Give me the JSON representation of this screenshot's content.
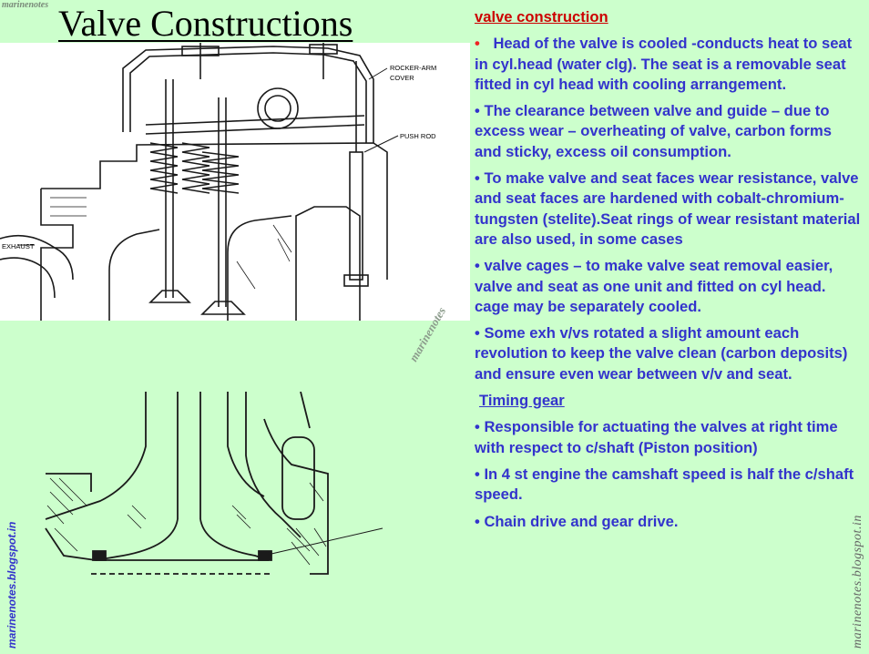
{
  "title": "Valve Constructions",
  "watermarks": {
    "corner": "marinenotes",
    "left": "marinenotes.blogspot.in",
    "right": "marinenotes.blogspot.in",
    "middle": "marinenotes"
  },
  "diagram_top": {
    "labels": {
      "rocker_arm_cover_1": "ROCKER-ARM",
      "rocker_arm_cover_2": "COVER",
      "push_rod": "PUSH ROD",
      "exhaust": "EXHAUST"
    }
  },
  "sections": {
    "valve_heading": "valve construction",
    "valve_bullets": [
      "Head of the valve is cooled -conducts heat to seat in cyl.head (water clg).  The seat is a removable seat fitted in cyl head with cooling arrangement.",
      "The clearance between valve and guide – due to excess wear – overheating of valve, carbon forms and sticky, excess oil consumption.",
      "To make valve and seat faces wear resistance, valve and seat  faces are  hardened with cobalt-chromium-tungsten (stelite).Seat rings of wear resistant material are also used, in some cases",
      "valve cages – to make valve seat removal easier, valve and seat as one unit and fitted on cyl head. cage may be separately cooled.",
      "Some exh v/vs rotated  a slight amount each revolution to keep the valve clean (carbon deposits) and ensure even wear between v/v and seat."
    ],
    "timing_heading": "Timing gear",
    "timing_bullets": [
      "Responsible for actuating the valves at right time with respect to c/shaft (Piston position)",
      "In 4 st engine the camshaft speed is half the c/shaft speed.",
      "Chain drive and gear drive."
    ]
  },
  "colors": {
    "background": "#ccffcc",
    "heading_red": "#cc0000",
    "body_blue": "#3333cc",
    "bullet_red": "#ee2222"
  }
}
